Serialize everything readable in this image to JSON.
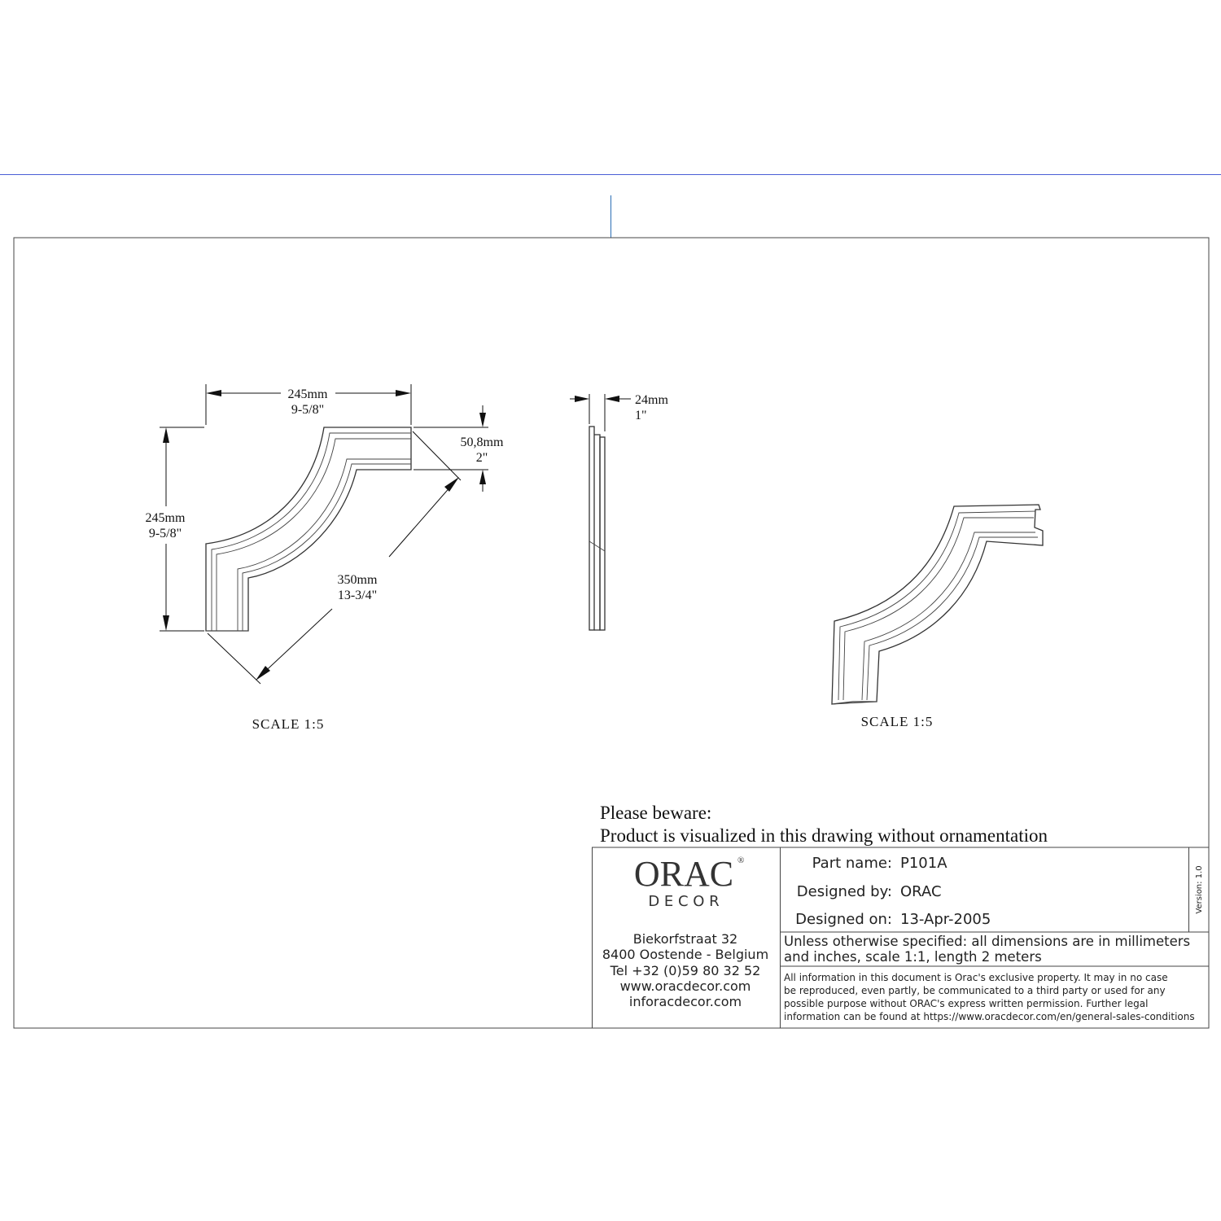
{
  "front_view": {
    "width": {
      "mm": "245mm",
      "inch": "9-5/8\""
    },
    "height": {
      "mm": "245mm",
      "inch": "9-5/8\""
    },
    "profile": {
      "mm": "50,8mm",
      "inch": "2\""
    },
    "diagonal": {
      "mm": "350mm",
      "inch": "13-3/4\""
    },
    "scale": "SCALE  1:5"
  },
  "side_view": {
    "depth": {
      "mm": "24mm",
      "inch": "1\""
    }
  },
  "iso_view": {
    "scale": "SCALE  1:5"
  },
  "note": {
    "line1": "Please beware:",
    "line2": "Product is visualized in this drawing without ornamentation"
  },
  "title_block": {
    "logo": {
      "orac": "ORAC",
      "decor": "D E C O R",
      "registered": "®"
    },
    "address": [
      "Biekorfstraat 32",
      "8400 Oostende - Belgium",
      "Tel  +32 (0)59 80 32 52",
      "www.oracdecor.com",
      "inforacdecor.com"
    ],
    "part_name_label": "Part name:",
    "part_name": "P101A",
    "designed_by_label": "Designed by:",
    "designed_by": "ORAC",
    "designed_on_label": "Designed on:",
    "designed_on": "13-Apr-2005",
    "version": "Version: 1.0",
    "spec": [
      "Unless otherwise specified: all dimensions are in millimeters",
      "and inches, scale 1:1, length 2 meters"
    ],
    "legal": [
      "All information in this document is Orac's exclusive property.  It may in no case",
      "be reproduced, even partly, be communicated to a third party or used for any",
      "possible purpose without ORAC's express written permission. Further legal",
      "information can be found at https://www.oracdecor.com/en/general-sales-conditions"
    ]
  },
  "colors": {
    "guide_line": "#4a5ed6",
    "guide_tick": "#2b6fb5"
  }
}
